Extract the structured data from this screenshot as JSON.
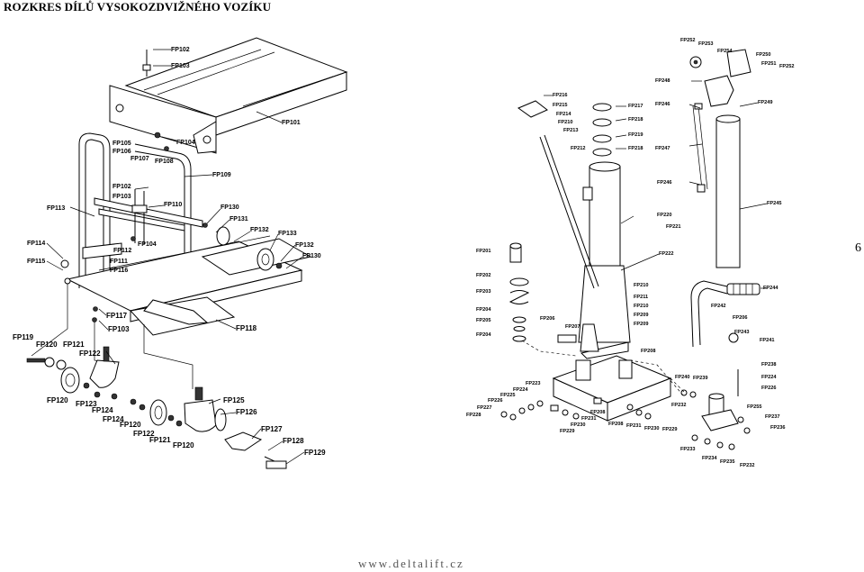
{
  "title": "ROZKRES DÍLŮ VYSOKOZDVIŽNÉHO VOZÍKU",
  "page_number": "6",
  "footer": "www.deltalift.cz",
  "left_labels": [
    "FP102",
    "FP103",
    "FP101",
    "FP104",
    "FP105",
    "FP106",
    "FP107",
    "FP108",
    "FP109",
    "FP102",
    "FP103",
    "FP110",
    "FP113",
    "FP130",
    "FP131",
    "FP132",
    "FP133",
    "FP132",
    "FP130",
    "FP114",
    "FP112",
    "FP104",
    "FP115",
    "FP111",
    "FP116",
    "FP117",
    "FP103",
    "FP118",
    "FP119",
    "FP120",
    "FP121",
    "FP122",
    "FP120",
    "FP123",
    "FP124",
    "FP124",
    "FP120",
    "FP122",
    "FP121",
    "FP120",
    "FP125",
    "FP126",
    "FP127",
    "FP128",
    "FP129"
  ],
  "right_labels": [
    "FP216",
    "FP215",
    "FP214",
    "FP210",
    "FP213",
    "FP212",
    "FP217",
    "FP218",
    "FP219",
    "FP218",
    "FP252",
    "FP253",
    "FP254",
    "FP250",
    "FP251",
    "FP252",
    "FP248",
    "FP246",
    "FP249",
    "FP247",
    "FP246",
    "FP245",
    "FP220",
    "FP221",
    "FP222",
    "FP201",
    "FP202",
    "FP203",
    "FP204",
    "FP205",
    "FP204",
    "FP206",
    "FP207",
    "FP210",
    "FP211",
    "FP210",
    "FP209",
    "FP209",
    "FP208",
    "FP244",
    "FP242",
    "FP206",
    "FP243",
    "FP241",
    "FP238",
    "FP224",
    "FP226",
    "FP240",
    "FP239",
    "FP223",
    "FP224",
    "FP225",
    "FP226",
    "FP227",
    "FP228",
    "FP208",
    "FP231",
    "FP230",
    "FP229",
    "FP208",
    "FP231",
    "FP230",
    "FP229",
    "FP232",
    "FP255",
    "FP237",
    "FP236",
    "FP233",
    "FP234",
    "FP235",
    "FP232"
  ]
}
